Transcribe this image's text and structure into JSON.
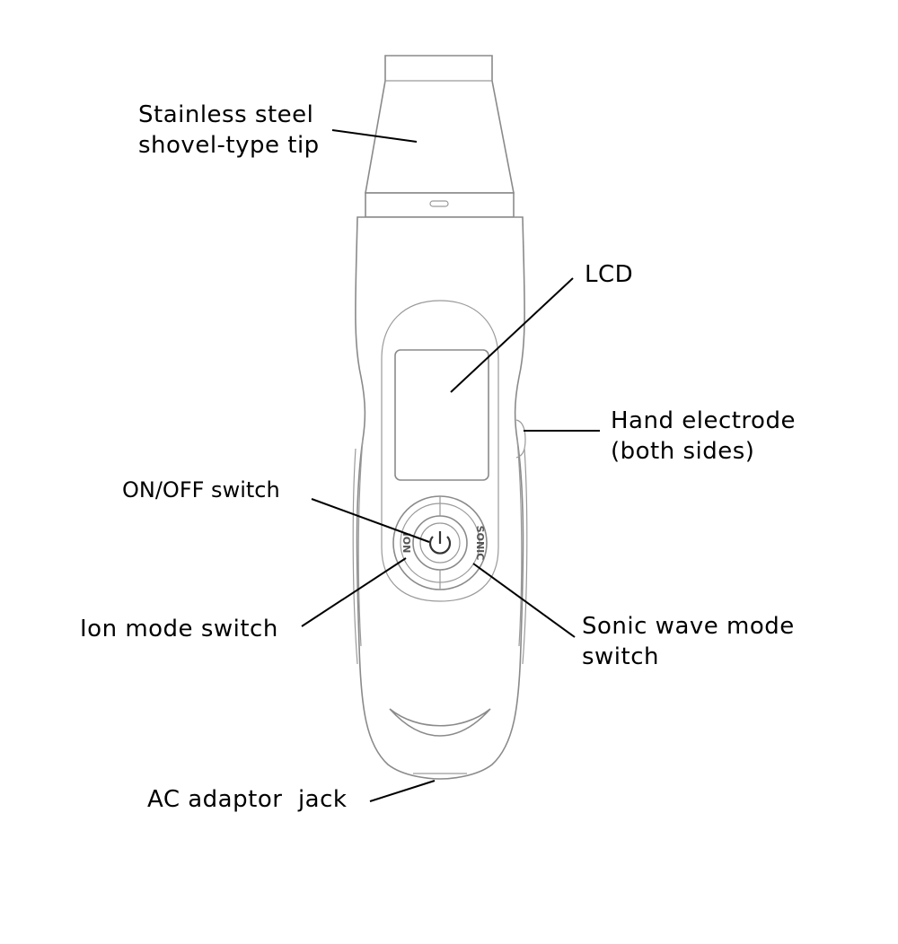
{
  "labels": {
    "tip_line1": "Stainless steel",
    "tip_line2": "shovel-type tip",
    "lcd": "LCD",
    "electrode_line1": "Hand electrode",
    "electrode_line2": "(both sides)",
    "onoff": "ON/OFF switch",
    "ion": "Ion mode switch",
    "sonic_line1": "Sonic wave mode",
    "sonic_line2": "switch",
    "jack": "AC adaptor  jack"
  },
  "buttons": {
    "ion_text": "ION",
    "sonic_text": "SONIC"
  },
  "icons": {
    "power": "power-icon"
  },
  "colors": {
    "outline": "#8a8a8a",
    "text": "#000000",
    "background": "#ffffff"
  }
}
